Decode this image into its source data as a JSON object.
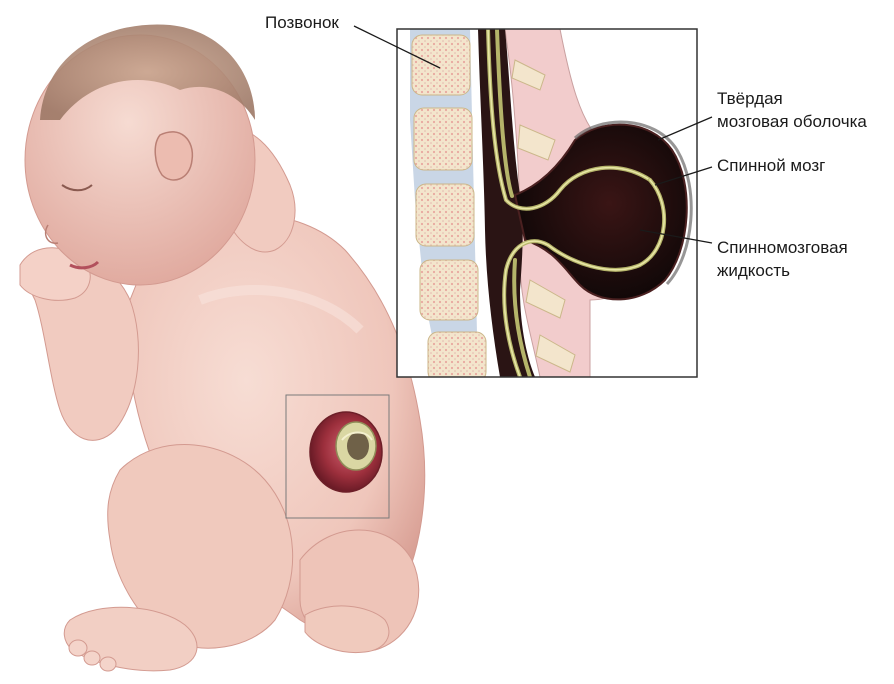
{
  "labels": {
    "vertebra": "Позвонок",
    "dura_line1": "Твёрдая",
    "dura_line2": "мозговая оболочка",
    "spinal_cord": "Спинной мозг",
    "csf_line1": "Спинномозговая",
    "csf_line2": "жидкость"
  },
  "colors": {
    "skin": "#f1cdc3",
    "skin_shadow": "#d99f96",
    "bone": "#f2e6c9",
    "disc": "#c9d6e6",
    "sac_fluid": "#1a0d0d",
    "cord": "#b5b46a",
    "tissue": "#f2cccc",
    "lesion": "#9c2f3c"
  }
}
